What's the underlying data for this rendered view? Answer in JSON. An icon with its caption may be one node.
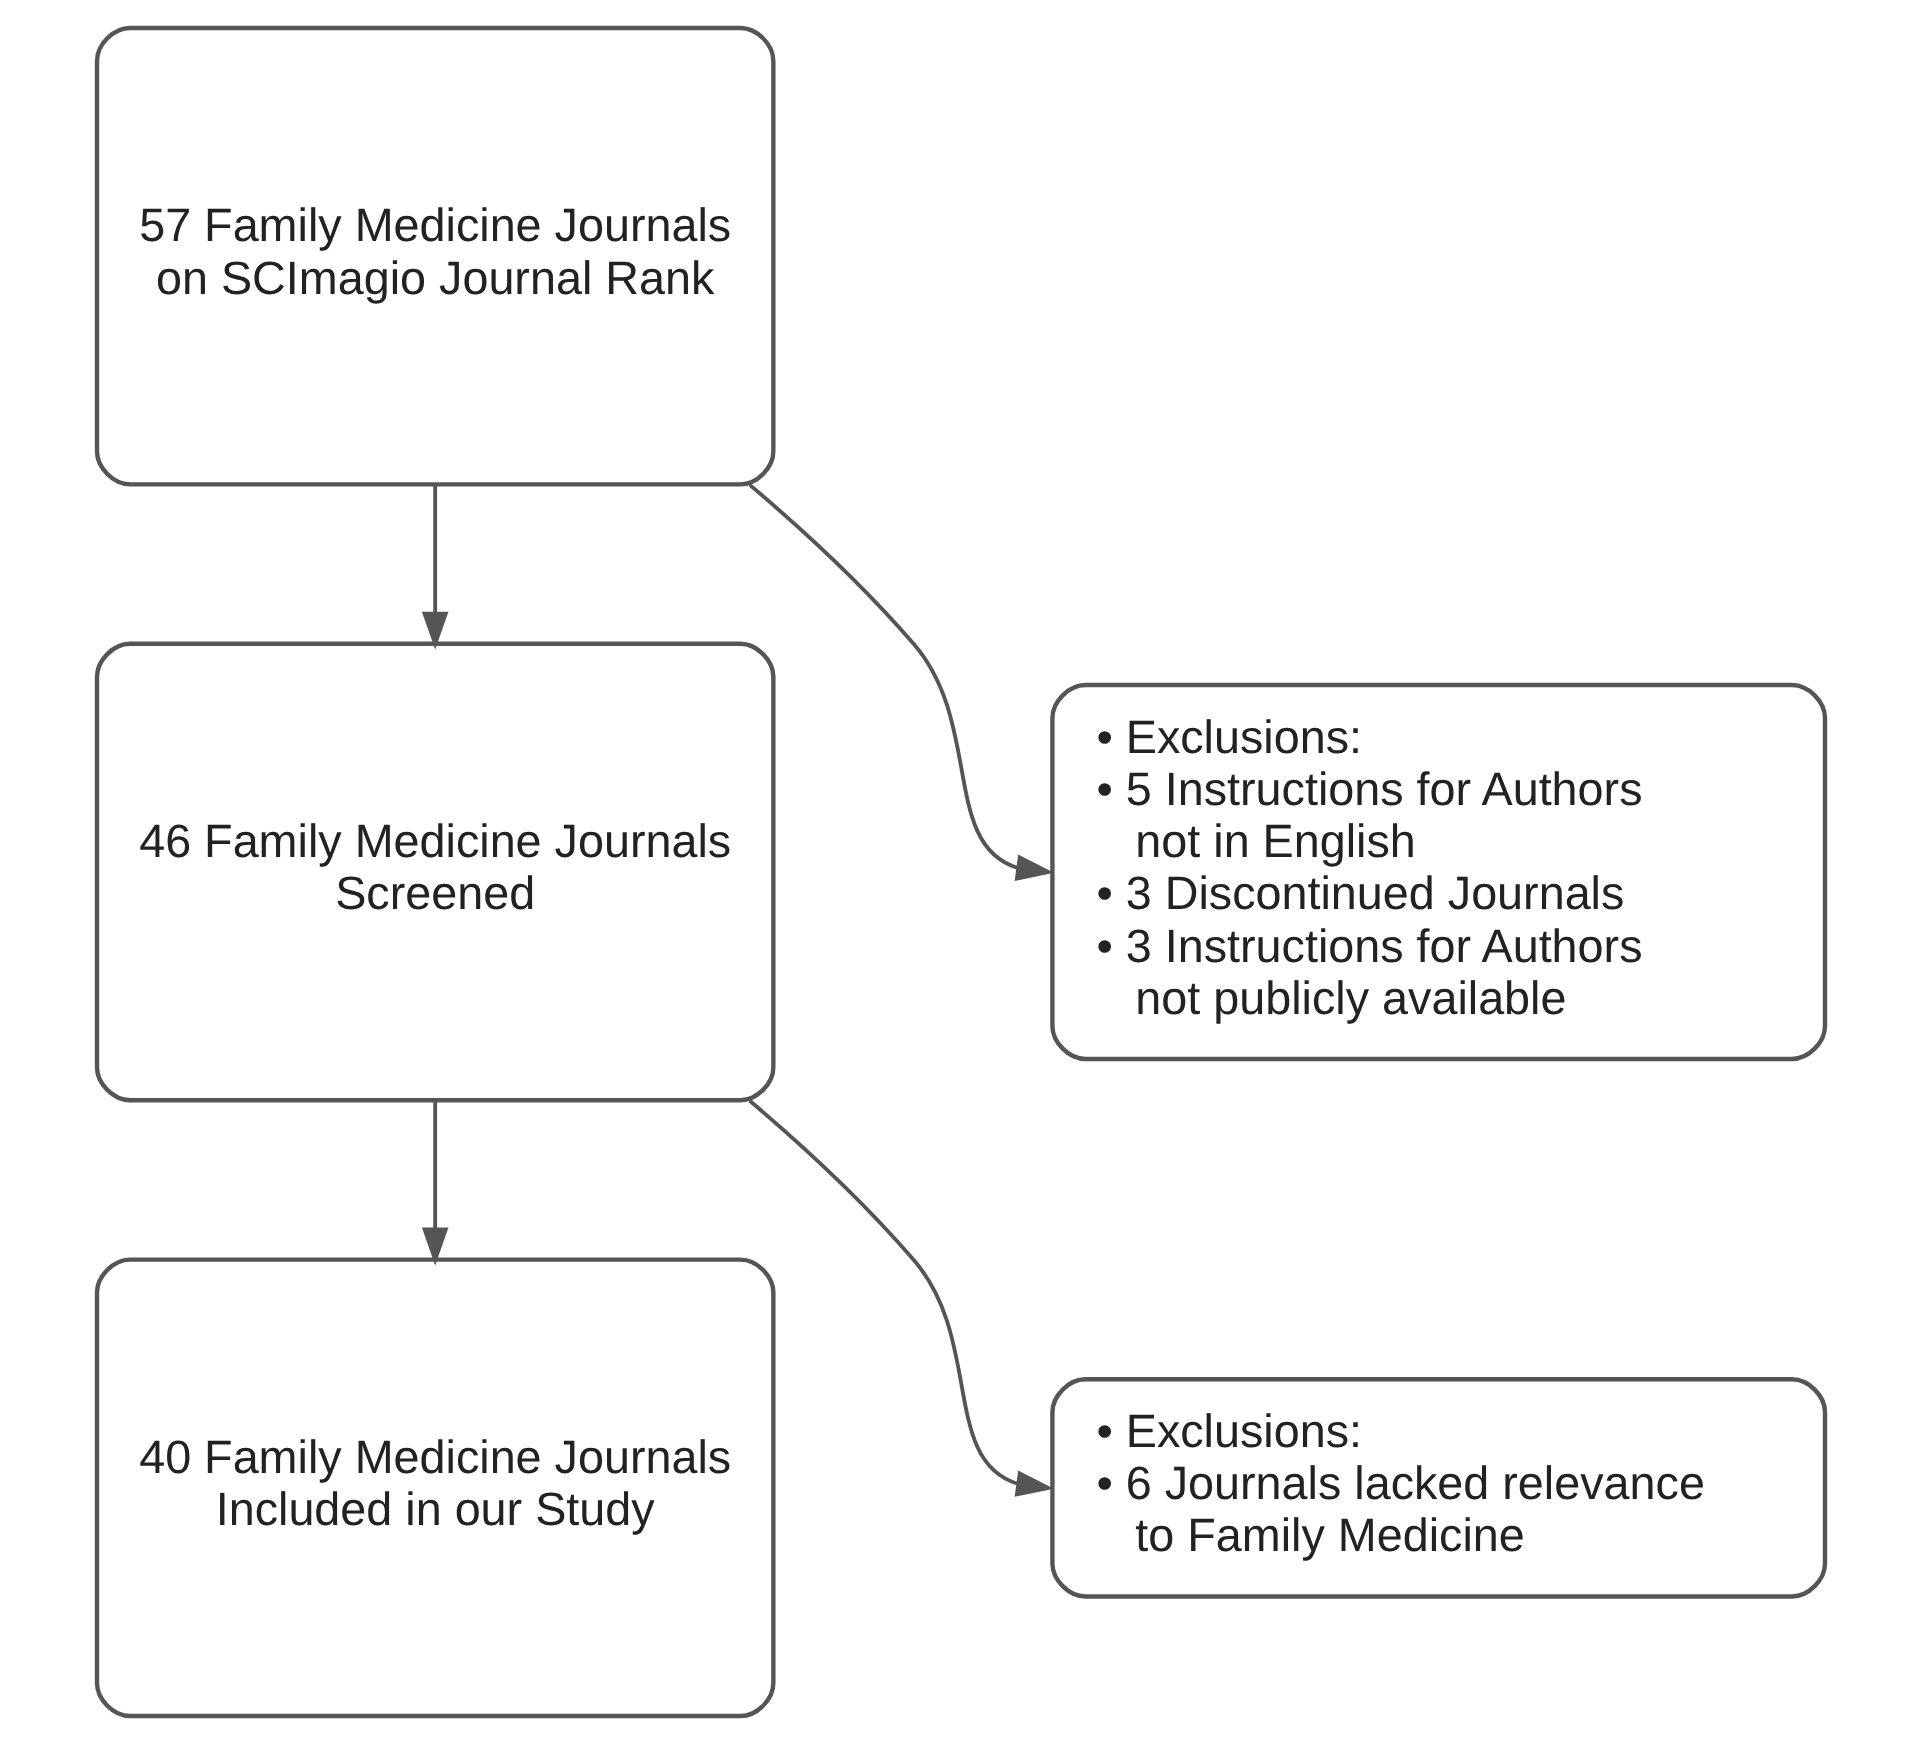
{
  "diagram": {
    "nodes": [
      {
        "text": [
          "57 Family Medicine Journals on SCImagio Journal Rank"
        ]
      },
      {
        "text": [
          "• Exclusions:",
          "• 5 Instructions for Authors not in English",
          "• 3 Discontinued Journals",
          "• 3 Instructions for Authors not publicly available"
        ]
      },
      {
        "text": [
          "46 Family Medicine Journals Screened"
        ]
      },
      {
        "text": [
          "• Exclusions:",
          "• 6 Journals lacked relevance to Family Medicine"
        ]
      },
      {
        "text": [
          "40 Family Medicine Journals Included in our Study"
        ]
      }
    ],
    "edges": [
      {
        "from": 0,
        "to": 2,
        "arrow": "to"
      },
      {
        "from": 0,
        "to": 1,
        "arrow": "to"
      },
      {
        "from": 2,
        "to": 4,
        "arrow": "to"
      },
      {
        "from": 2,
        "to": 3,
        "arrow": "to"
      }
    ]
  }
}
